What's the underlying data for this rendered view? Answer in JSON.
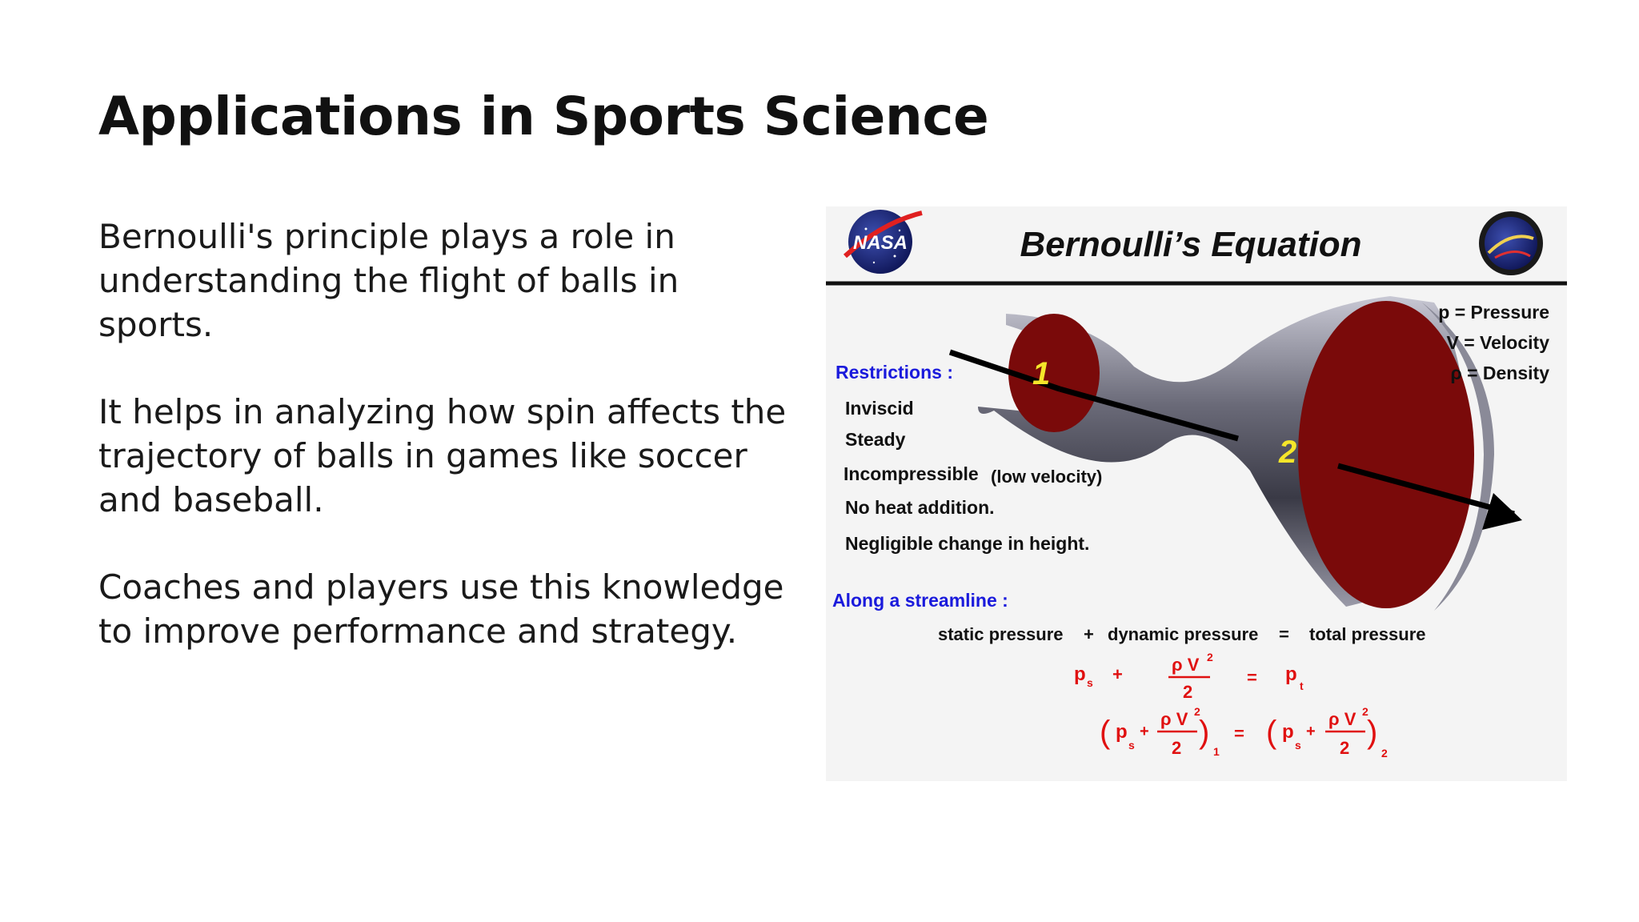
{
  "slide": {
    "title": "Applications in Sports Science",
    "paragraphs": [
      "Bernoulli's principle plays a role in understanding the flight of balls in sports.",
      "It helps in analyzing how spin affects the trajectory of balls in games like soccer and baseball.",
      "Coaches and players use this knowledge to improve performance and strategy."
    ]
  },
  "figure": {
    "title": "Bernoulli’s  Equation",
    "logo_left": "NASA",
    "station_1": "1",
    "station_2": "2",
    "legend": [
      "p = Pressure",
      "V = Velocity",
      "ρ = Density"
    ],
    "restrictions_heading": "Restrictions :",
    "restrictions": [
      "Inviscid",
      "Steady",
      "Incompressible",
      "No  heat  addition.",
      "Negligible  change  in  height."
    ],
    "incompressible_note": "(low velocity)",
    "streamline_heading": "Along  a  streamline :",
    "word_equation": {
      "static": "static  pressure",
      "plus": "+",
      "dynamic": "dynamic  pressure",
      "equals": "=",
      "total": "total  pressure"
    },
    "colors": {
      "heading_blue": "#1a1adc",
      "equation_red": "#e01010",
      "disc_maroon": "#7a0a0a",
      "station_yellow": "#f5e62a"
    }
  }
}
